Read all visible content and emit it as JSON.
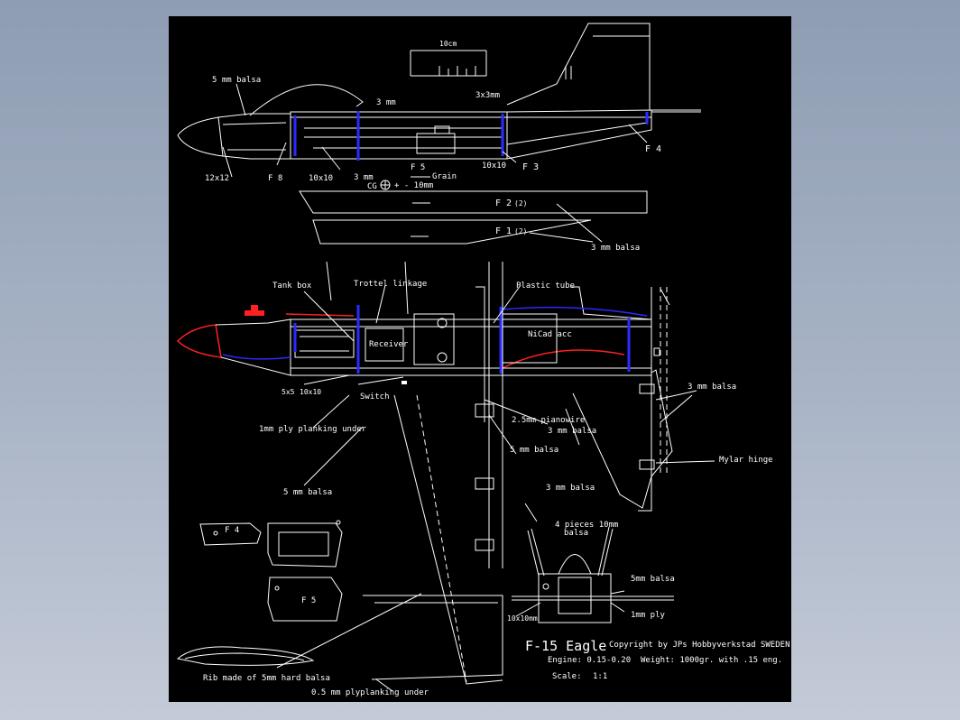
{
  "labels": {
    "balsa5_top": "5 mm balsa",
    "mm3_top": "3 mm",
    "sq3x3": "3x3mm",
    "f4_side": "F 4",
    "f3_side": "F 3",
    "f8_side": "F 8",
    "f5_side": "F 5",
    "sq12": "12x12",
    "sq10a": "10x10",
    "sq10b": "10x10",
    "mm3_bot": "3 mm",
    "grain": "Grain",
    "cg": "CG",
    "cg_tol": "+ - 10mm",
    "f2": "F 2",
    "f2_qty": "(2)",
    "f1": "F 1",
    "f1_qty": "(2)",
    "balsa3_f1": "3 mm balsa",
    "scale_label": "10cm",
    "tank_box": "Tank  box",
    "throttle": "Trottel linkage",
    "plastic_tube": "Plastic tube",
    "receiver": "Receiver",
    "nicad": "NiCad acc",
    "sq5x5": "5x5",
    "sq10x10c": "10x10",
    "switch": "Switch",
    "piano": "2.5mm pianowire",
    "balsa3_mid": "3 mm balsa",
    "balsa3_fin": "3 mm balsa",
    "balsa5_mid": "5 mm balsa",
    "ply_under": "1mm ply planking under",
    "balsa5_wing": "5 mm balsa",
    "mylar": "Mylar hinge",
    "balsa3_low": "3 mm balsa",
    "pieces": "4 pieces 10mm",
    "pieces_b": "balsa",
    "balsa5mm": "5mm balsa",
    "ply1mm": "1mm ply",
    "sq10x10d": "10x10mm",
    "f4_part": "F 4",
    "f5_part": "F 5",
    "rib": "Rib made of 5mm hard balsa",
    "ply05": "0.5 mm plyplanking under",
    "title": "F-15 Eagle",
    "copyright": "Copyright by JPs Hobbyverkstad SWEDEN",
    "engine": "Engine: 0.15-0.20",
    "weight": "Weight: 1000gr. with .15 eng.",
    "scale": "Scale:",
    "scale_val": "1:1"
  }
}
